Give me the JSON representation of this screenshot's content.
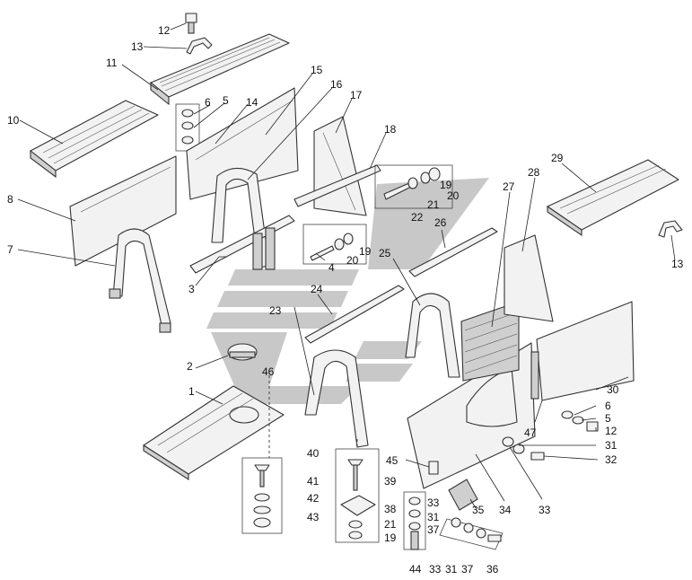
{
  "labels": {
    "l1": "1",
    "l2": "2",
    "l3": "3",
    "l4": "4",
    "l5a": "5",
    "l5b": "5",
    "l6a": "6",
    "l6b": "6",
    "l7": "7",
    "l8": "8",
    "l10": "10",
    "l11": "11",
    "l12a": "12",
    "l12b": "12",
    "l13a": "13",
    "l13b": "13",
    "l14": "14",
    "l15": "15",
    "l16": "16",
    "l17": "17",
    "l18": "18",
    "l19a": "19",
    "l19b": "19",
    "l19c": "19",
    "l20a": "20",
    "l20b": "20",
    "l21a": "21",
    "l21b": "21",
    "l22": "22",
    "l23": "23",
    "l24": "24",
    "l25": "25",
    "l26": "26",
    "l27": "27",
    "l28": "28",
    "l29": "29",
    "l30": "30",
    "l31a": "31",
    "l31b": "31",
    "l31c": "31",
    "l32": "32",
    "l33a": "33",
    "l33b": "33",
    "l33c": "33",
    "l34": "34",
    "l35": "35",
    "l36": "36",
    "l37a": "37",
    "l37b": "37",
    "l38": "38",
    "l39": "39",
    "l40": "40",
    "l41": "41",
    "l42": "42",
    "l43": "43",
    "l44": "44",
    "l45": "45",
    "l46": "46",
    "l47": "47"
  },
  "colors": {
    "line": "#333333",
    "watermark": "#9a9a9a"
  }
}
